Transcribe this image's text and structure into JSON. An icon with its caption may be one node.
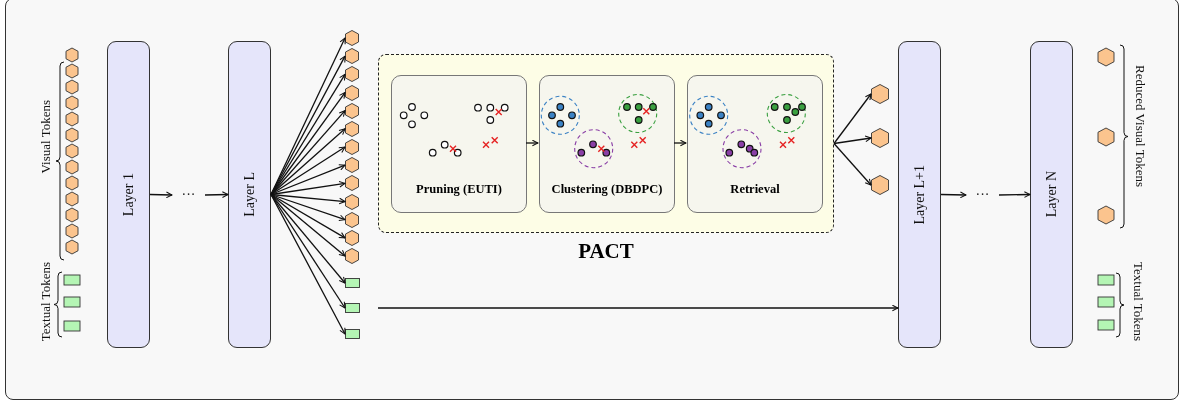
{
  "diagram": {
    "nodes": [
      {
        "text": [
          "Layer 1"
        ]
      },
      {
        "text": [
          "···"
        ]
      },
      {
        "text": [
          "Layer L"
        ]
      },
      {
        "text": [],
        "shape": "hexagon"
      },
      {
        "text": [],
        "shape": "hexagon"
      },
      {
        "text": [],
        "shape": "hexagon"
      },
      {
        "text": [],
        "shape": "hexagon"
      },
      {
        "text": [],
        "shape": "hexagon"
      },
      {
        "text": [],
        "shape": "hexagon"
      },
      {
        "text": [],
        "shape": "hexagon"
      },
      {
        "text": [],
        "shape": "hexagon"
      },
      {
        "text": [],
        "shape": "hexagon"
      },
      {
        "text": [],
        "shape": "hexagon"
      },
      {
        "text": [],
        "shape": "hexagon"
      },
      {
        "text": [],
        "shape": "hexagon"
      },
      {
        "text": [],
        "shape": "hexagon"
      },
      {
        "text": [],
        "shape": "box"
      },
      {
        "text": [],
        "shape": "box"
      },
      {
        "text": [],
        "shape": "box"
      },
      {
        "text": [
          "PACT"
        ]
      },
      {
        "text": [
          "Pruning (EUTI)"
        ],
        "in": 19
      },
      {
        "text": [
          "Clustering (DBDPC)"
        ],
        "in": 19
      },
      {
        "text": [
          "Retrieval"
        ],
        "in": 19
      },
      {
        "text": [],
        "shape": "hexagon"
      },
      {
        "text": [],
        "shape": "hexagon"
      },
      {
        "text": [],
        "shape": "hexagon"
      },
      {
        "text": [
          "Layer L+1"
        ]
      },
      {
        "text": [
          "···"
        ]
      },
      {
        "text": [
          "Layer N"
        ]
      }
    ],
    "edges": [
      {
        "from": 0,
        "to": 1,
        "arrow": "to"
      },
      {
        "from": 1,
        "to": 2,
        "arrow": "to"
      },
      {
        "from": 2,
        "to": 3,
        "arrow": "to"
      },
      {
        "from": 2,
        "to": 4,
        "arrow": "to"
      },
      {
        "from": 2,
        "to": 5,
        "arrow": "to"
      },
      {
        "from": 2,
        "to": 6,
        "arrow": "to"
      },
      {
        "from": 2,
        "to": 7,
        "arrow": "to"
      },
      {
        "from": 2,
        "to": 8,
        "arrow": "to"
      },
      {
        "from": 2,
        "to": 9,
        "arrow": "to"
      },
      {
        "from": 2,
        "to": 10,
        "arrow": "to"
      },
      {
        "from": 2,
        "to": 11,
        "arrow": "to"
      },
      {
        "from": 2,
        "to": 12,
        "arrow": "to"
      },
      {
        "from": 2,
        "to": 13,
        "arrow": "to"
      },
      {
        "from": 2,
        "to": 14,
        "arrow": "to"
      },
      {
        "from": 2,
        "to": 15,
        "arrow": "to"
      },
      {
        "from": 2,
        "to": 16,
        "arrow": "to"
      },
      {
        "from": 2,
        "to": 17,
        "arrow": "to"
      },
      {
        "from": 2,
        "to": 18,
        "arrow": "to"
      },
      {
        "from": 17,
        "to": 26,
        "arrow": "to"
      },
      {
        "from": 20,
        "to": 21,
        "arrow": "to"
      },
      {
        "from": 21,
        "to": 22,
        "arrow": "to"
      },
      {
        "from": 19,
        "to": 23,
        "arrow": "to"
      },
      {
        "from": 19,
        "to": 24,
        "arrow": "to"
      },
      {
        "from": 19,
        "to": 25,
        "arrow": "to"
      },
      {
        "from": 26,
        "to": 27,
        "arrow": "to"
      },
      {
        "from": 27,
        "to": 28,
        "arrow": "to"
      }
    ],
    "labels": [
      "Visual Tokens",
      "Textual Tokens",
      "Reduced Visual Tokens",
      "Textual Tokens"
    ]
  }
}
